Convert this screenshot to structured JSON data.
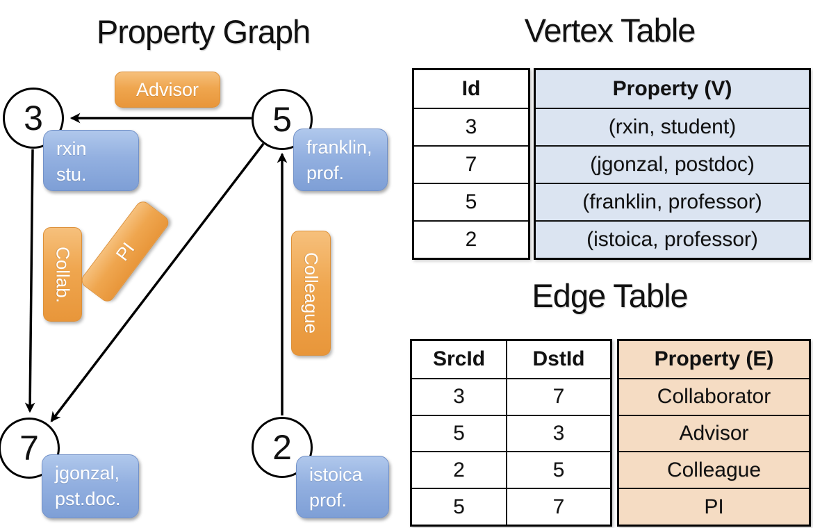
{
  "graph": {
    "title": "Property Graph",
    "nodes": [
      {
        "id": "3",
        "prop_line1": "rxin",
        "prop_line2": "stu."
      },
      {
        "id": "5",
        "prop_line1": "franklin,",
        "prop_line2": "prof."
      },
      {
        "id": "7",
        "prop_line1": "jgonzal,",
        "prop_line2": "pst.doc."
      },
      {
        "id": "2",
        "prop_line1": "istoica",
        "prop_line2": "prof."
      }
    ],
    "edges": [
      {
        "src": "5",
        "dst": "3",
        "label": "Advisor"
      },
      {
        "src": "3",
        "dst": "7",
        "label": "Collab."
      },
      {
        "src": "5",
        "dst": "7",
        "label": "PI"
      },
      {
        "src": "2",
        "dst": "5",
        "label": "Colleague"
      }
    ]
  },
  "vertex_table": {
    "title": "Vertex Table",
    "columns": [
      "Id",
      "Property (V)"
    ],
    "rows": [
      [
        "3",
        "(rxin, student)"
      ],
      [
        "7",
        "(jgonzal, postdoc)"
      ],
      [
        "5",
        "(franklin, professor)"
      ],
      [
        "2",
        "(istoica, professor)"
      ]
    ]
  },
  "edge_table": {
    "title": "Edge Table",
    "columns": [
      "SrcId",
      "DstId",
      "Property (E)"
    ],
    "rows": [
      [
        "3",
        "7",
        "Collaborator"
      ],
      [
        "5",
        "3",
        "Advisor"
      ],
      [
        "2",
        "5",
        "Colleague"
      ],
      [
        "5",
        "7",
        "PI"
      ]
    ]
  },
  "colors": {
    "edge_accent_top": "#f6c07c",
    "edge_accent_bottom": "#e8963a",
    "vertex_accent_top": "#b0c8ec",
    "vertex_accent_bottom": "#7e9fd6",
    "vertex_table_cell_bg": "#dbe4f1",
    "edge_table_cell_bg": "#f5dcc3",
    "line_color": "#000000"
  }
}
